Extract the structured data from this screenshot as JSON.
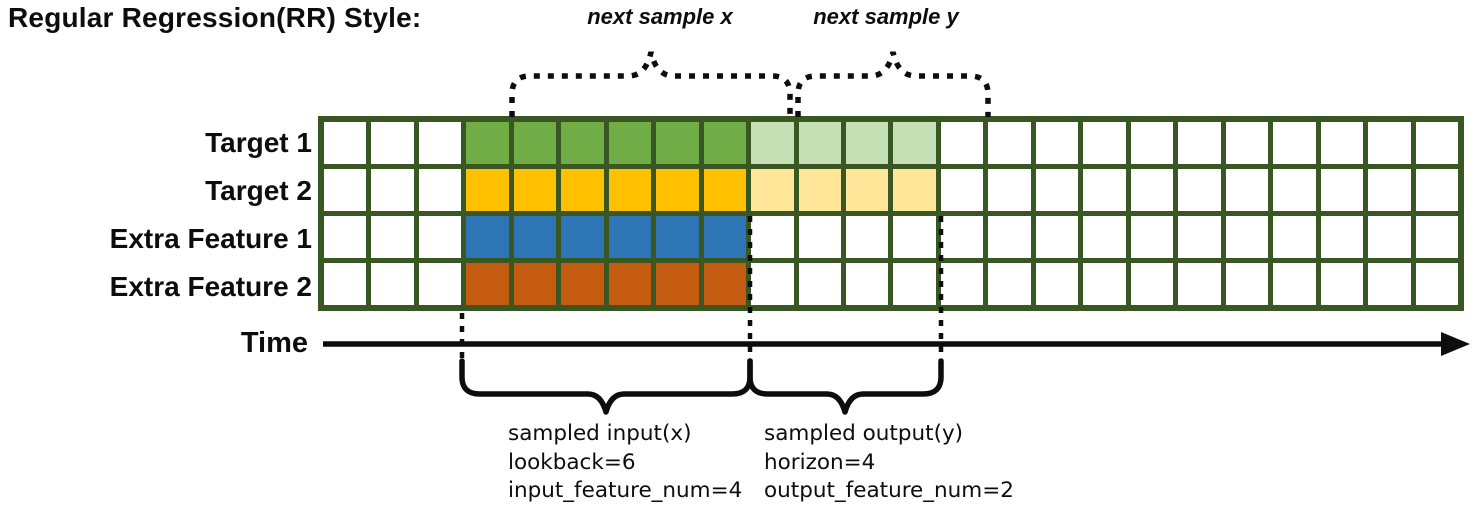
{
  "title": "Regular Regression(RR) Style:",
  "colors": {
    "grid_border": "#385723",
    "target1_input": "#70ad47",
    "target1_output": "#c5e0b4",
    "target2_input": "#ffc000",
    "target2_output": "#ffe699",
    "feature1_input": "#2e75b6",
    "feature2_input": "#c55a11",
    "line_black": "#0d0d0d"
  },
  "grid": {
    "columns": 24,
    "input_start_col": 3,
    "lookback": 6,
    "horizon": 4,
    "rows": [
      {
        "label": "Target 1",
        "input_color": "#70ad47",
        "output_color": "#c5e0b4"
      },
      {
        "label": "Target 2",
        "input_color": "#ffc000",
        "output_color": "#ffe699"
      },
      {
        "label": "Extra Feature 1",
        "input_color": "#2e75b6",
        "output_color": null
      },
      {
        "label": "Extra Feature 2",
        "input_color": "#c55a11",
        "output_color": null
      }
    ]
  },
  "annotations": {
    "next_sample_x": "next sample x",
    "next_sample_y": "next sample y",
    "time_label": "Time",
    "input_lines": [
      "sampled input(x)",
      "lookback=6",
      "input_feature_num=4"
    ],
    "output_lines": [
      "sampled output(y)",
      "horizon=4",
      "output_feature_num=2"
    ]
  }
}
